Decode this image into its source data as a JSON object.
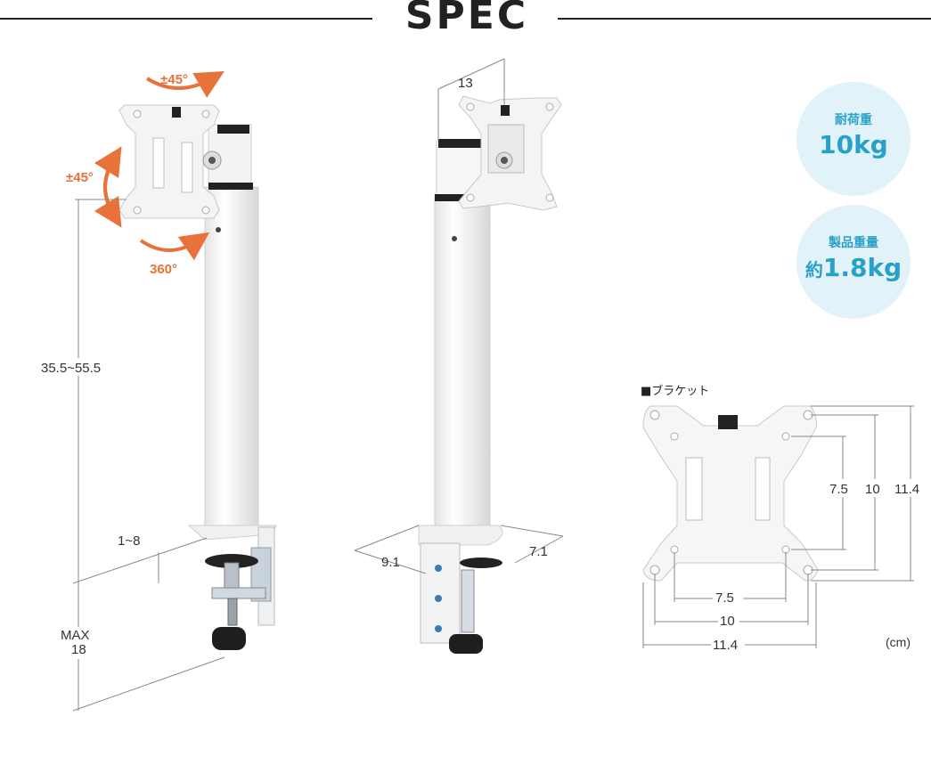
{
  "header": {
    "title": "SPEC"
  },
  "left_view": {
    "rotation_top": "±45°",
    "rotation_side": "±45°",
    "rotation_bottom": "360°",
    "height_dim": "35.5~55.5",
    "clamp_dim": "1~8",
    "desk_dim_line1": "MAX",
    "desk_dim_line2": "18"
  },
  "middle_view": {
    "offset_dim": "13",
    "base_left_dim": "9.1",
    "base_right_dim": "7.1"
  },
  "badges": {
    "load": {
      "label": "耐荷重",
      "value": "10kg"
    },
    "weight": {
      "label": "製品重量",
      "prefix": "約",
      "value": "1.8kg"
    }
  },
  "bracket": {
    "label": "■ブラケット",
    "inner_v": "7.5",
    "mid_v": "10",
    "outer_v": "11.4",
    "inner_h": "7.5",
    "mid_h": "10",
    "outer_h": "11.4",
    "unit": "(cm)"
  },
  "colors": {
    "accent": "#e8733a",
    "badge_bg": "#e1f2f8",
    "badge_text": "#29a0c8"
  }
}
